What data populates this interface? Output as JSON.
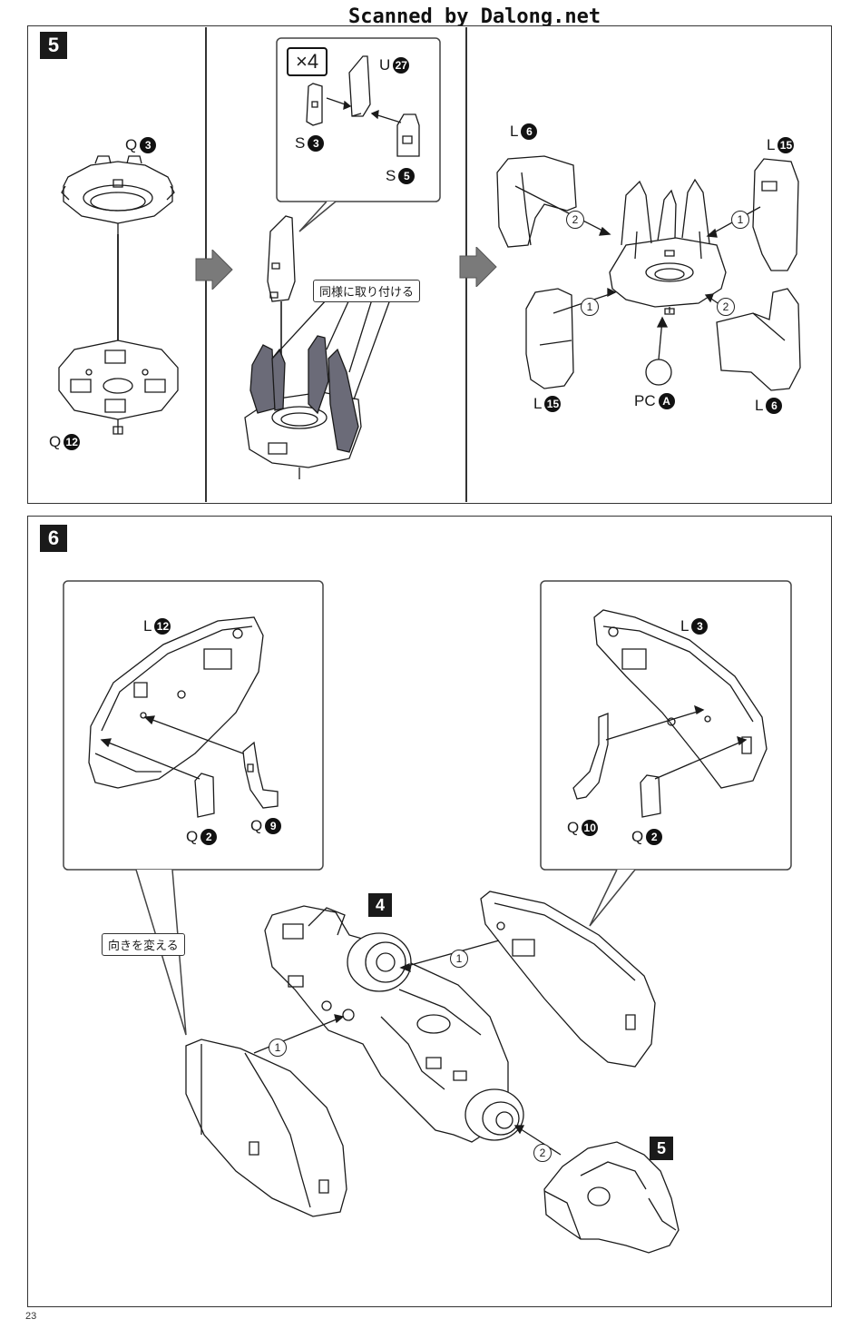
{
  "watermark": "Scanned by Dalong.net",
  "page_number": "23",
  "step5": {
    "badge": "5",
    "multiplier": "×4",
    "note": "同様に取り付ける",
    "labels": {
      "q3": {
        "letter": "Q",
        "num": "3"
      },
      "q12": {
        "letter": "Q",
        "num": "12"
      },
      "u27": {
        "letter": "U",
        "num": "27"
      },
      "s3": {
        "letter": "S",
        "num": "3"
      },
      "s5": {
        "letter": "S",
        "num": "5"
      },
      "l6_top": {
        "letter": "L",
        "num": "6"
      },
      "l15_top": {
        "letter": "L",
        "num": "15"
      },
      "l15_bottom": {
        "letter": "L",
        "num": "15"
      },
      "l6_bottom": {
        "letter": "L",
        "num": "6"
      },
      "pca": {
        "letter": "PC",
        "num": "A"
      }
    },
    "order_marks": [
      "2",
      "1",
      "1",
      "2"
    ]
  },
  "step6": {
    "badge": "6",
    "note": "向きを変える",
    "sub_badge_4": "4",
    "sub_badge_5": "5",
    "labels": {
      "l12": {
        "letter": "L",
        "num": "12"
      },
      "q2_left": {
        "letter": "Q",
        "num": "2"
      },
      "q9": {
        "letter": "Q",
        "num": "9"
      },
      "l3": {
        "letter": "L",
        "num": "3"
      },
      "q10": {
        "letter": "Q",
        "num": "10"
      },
      "q2_right": {
        "letter": "Q",
        "num": "2"
      }
    },
    "order_marks": [
      "1",
      "1",
      "2"
    ]
  },
  "colors": {
    "ink": "#1a1a1a",
    "arrow_grey": "#7a7a7a",
    "part_shade": "#6b6b78"
  }
}
